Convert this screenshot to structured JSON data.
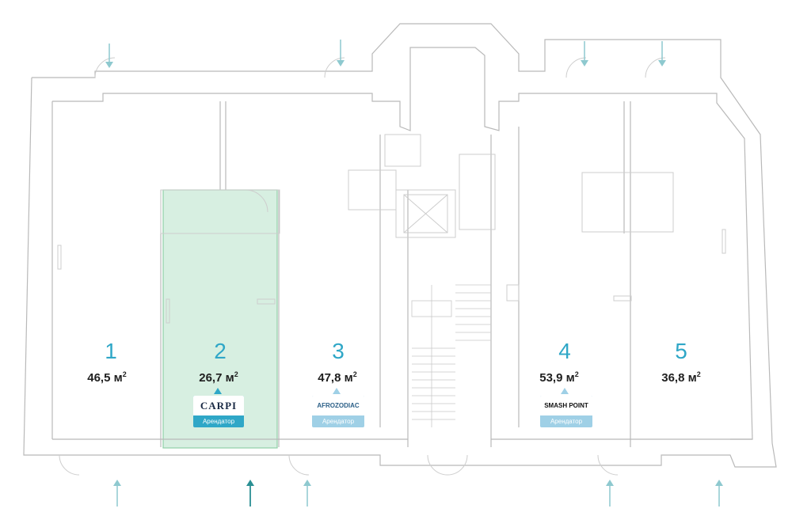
{
  "colors": {
    "accent": "#2fa7c7",
    "accent_light": "#9fd0e6",
    "selected_fill": "#d7efe1",
    "selected_stroke": "#8fcfa6",
    "selected_arrow": "#2a8f93",
    "entry_arrow": "#8ec9cf"
  },
  "units": [
    {
      "number": "1",
      "area": "46,5 м",
      "unit_sup": "2",
      "selected": false
    },
    {
      "number": "2",
      "area": "26,7 м",
      "unit_sup": "2",
      "selected": true,
      "tenant_logo": "CARPI",
      "tenant_label": "Арендатор"
    },
    {
      "number": "3",
      "area": "47,8 м",
      "unit_sup": "2",
      "selected": false,
      "tenant_logo": "AFROZODIAC",
      "tenant_label": "Арендатор"
    },
    {
      "number": "4",
      "area": "53,9 м",
      "unit_sup": "2",
      "selected": false,
      "tenant_logo": "SMASH POINT",
      "tenant_label": "Арендатор"
    },
    {
      "number": "5",
      "area": "36,8 м",
      "unit_sup": "2",
      "selected": false
    }
  ],
  "icons": {
    "entrance_arrow": "entrance-arrow-icon",
    "elevator": "elevator-icon",
    "toilet": "toilet-icon"
  }
}
